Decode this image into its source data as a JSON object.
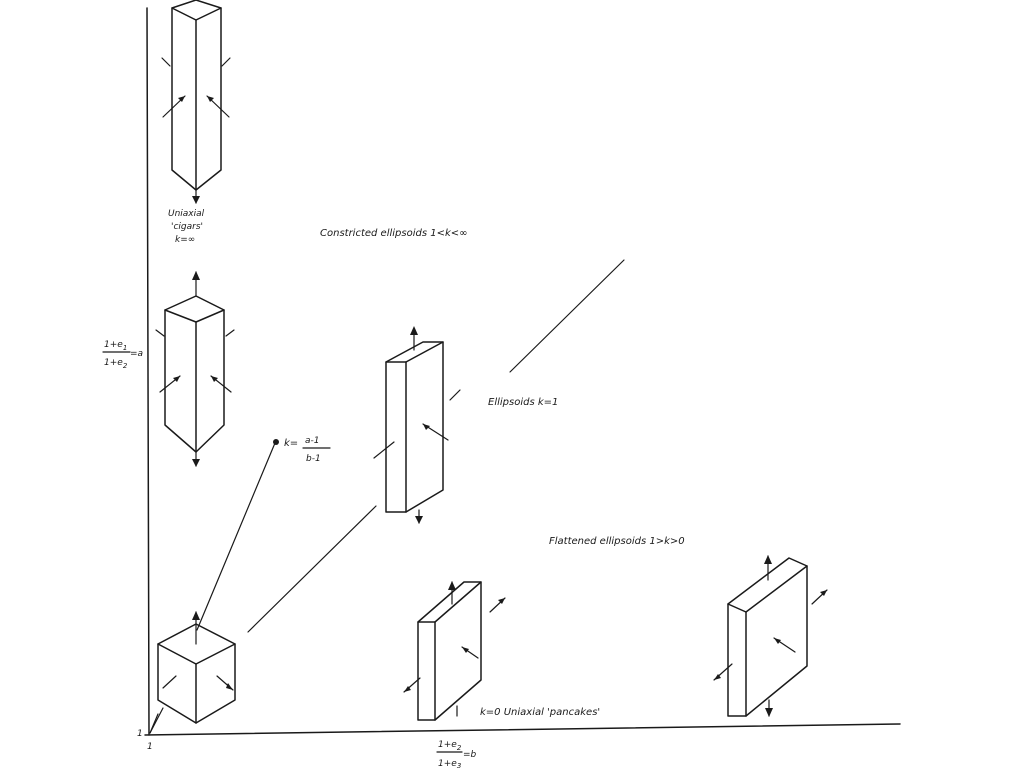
{
  "labels": {
    "cigars_line1": "Uniaxial",
    "cigars_line2": "'cigars'",
    "cigars_k": "k=∞",
    "constricted": "Constricted ellipsoids 1<k<∞",
    "y_axis_num": "1+e",
    "y_axis_num_sub": "1",
    "y_axis_den": "1+e",
    "y_axis_den_sub": "2",
    "y_axis_eq": "=a",
    "k_formula_k": "k=",
    "k_formula_num": "a-1",
    "k_formula_den": "b-1",
    "ellipsoids_k1": "Ellipsoids k=1",
    "flattened": "Flattened ellipsoids 1>k>0",
    "pancakes": "k=0 Uniaxial 'pancakes'",
    "origin_y": "1",
    "origin_x": "1",
    "x_axis_num": "1+e",
    "x_axis_num_sub": "2",
    "x_axis_den": "1+e",
    "x_axis_den_sub": "3",
    "x_axis_eq": "=b"
  }
}
